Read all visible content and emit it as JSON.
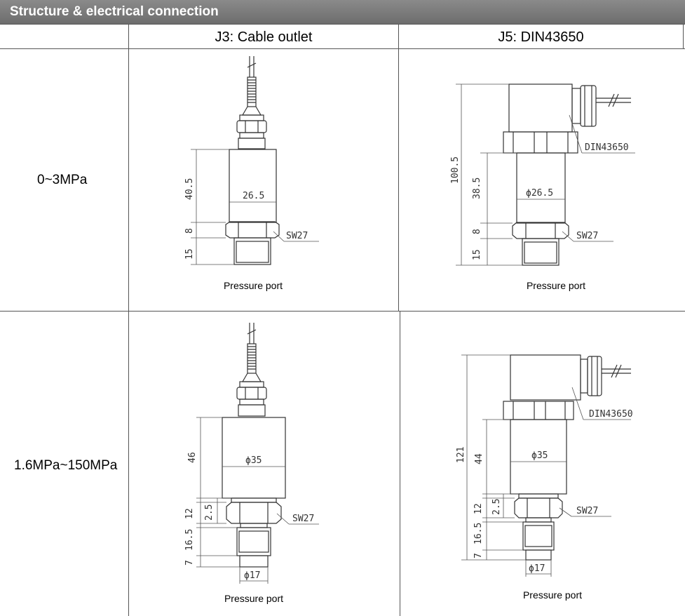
{
  "header": {
    "title": "Structure & electrical connection"
  },
  "columns": [
    "J3: Cable outlet",
    "J5: DIN43650"
  ],
  "rows": [
    {
      "label": "0~3MPa"
    },
    {
      "label": "1.6MPa~150MPa"
    }
  ],
  "captions": {
    "pressure_port": "Pressure port"
  },
  "drawings": {
    "r1_j3": {
      "d1": "40.5",
      "d2": "8",
      "d3": "15",
      "dia": "26.5",
      "sw": "SW27"
    },
    "r1_j5": {
      "total": "100.5",
      "d1": "38.5",
      "d2": "8",
      "d3": "15",
      "dia": "ϕ26.5",
      "sw": "SW27",
      "conn": "DIN43650"
    },
    "r2_j3": {
      "d1": "46",
      "d2": "12",
      "d2b": "2.5",
      "d3": "16.5",
      "d4": "7",
      "dia": "ϕ35",
      "dia2": "ϕ17",
      "sw": "SW27"
    },
    "r2_j5": {
      "total": "121",
      "d1": "44",
      "d2": "12",
      "d2b": "2.5",
      "d3": "16.5",
      "d4": "7",
      "dia": "ϕ35",
      "dia2": "ϕ17",
      "sw": "SW27",
      "conn": "DIN43650"
    }
  }
}
